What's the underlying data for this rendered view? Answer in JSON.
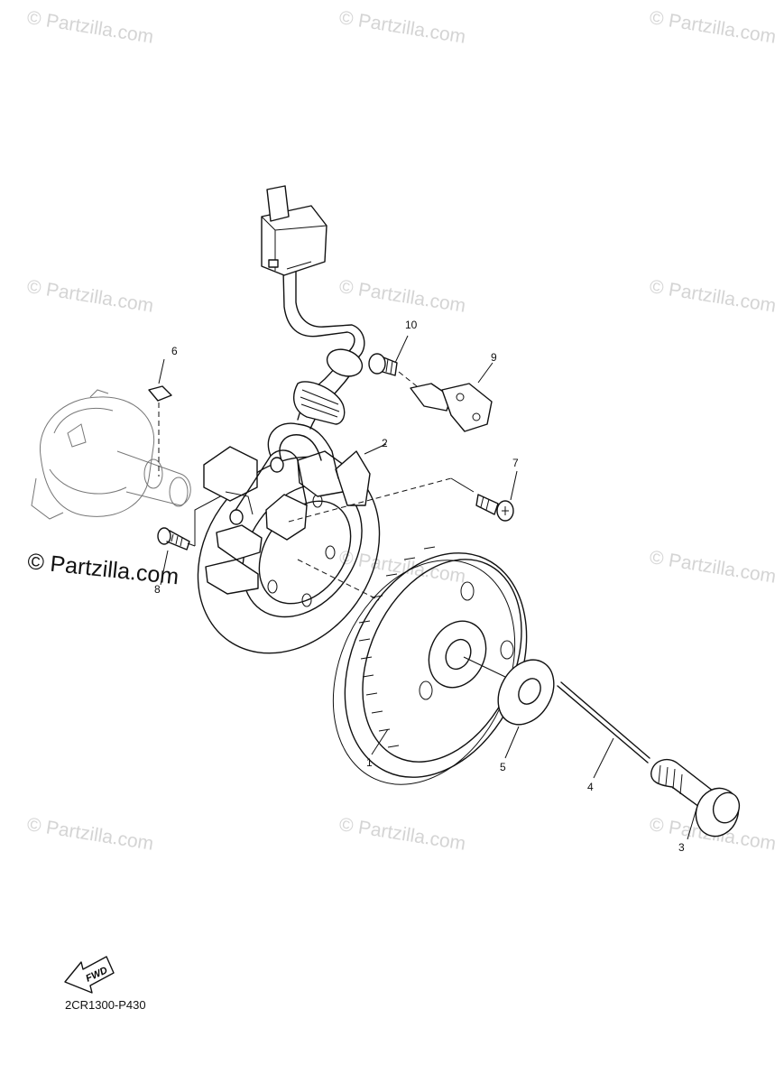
{
  "watermark": {
    "text": "© Partzilla.com",
    "prominent_text": "© Partzilla.com"
  },
  "diagram": {
    "code": "2CR1300-P430",
    "fwd_label": "FWD",
    "callouts": [
      {
        "id": "c1",
        "text": "1"
      },
      {
        "id": "c2",
        "text": "2"
      },
      {
        "id": "c3",
        "text": "3"
      },
      {
        "id": "c4",
        "text": "4"
      },
      {
        "id": "c5",
        "text": "5"
      },
      {
        "id": "c6",
        "text": "6"
      },
      {
        "id": "c7",
        "text": "7"
      },
      {
        "id": "c8",
        "text": "8"
      },
      {
        "id": "c9",
        "text": "9"
      },
      {
        "id": "c10",
        "text": "10"
      }
    ]
  }
}
